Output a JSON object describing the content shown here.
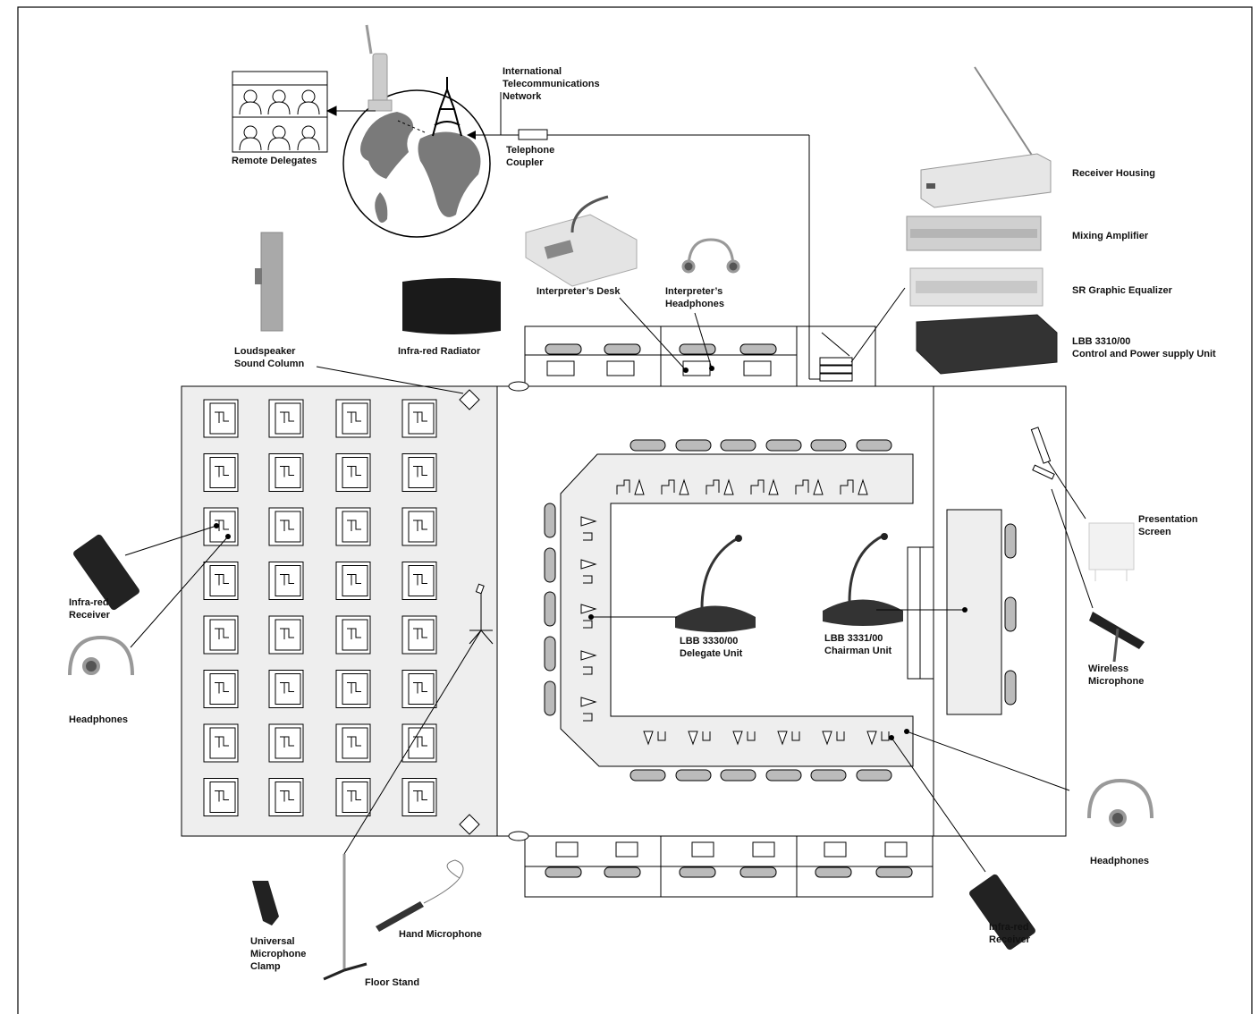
{
  "labels": {
    "remote_delegates": "Remote Delegates",
    "intl_network": [
      "International",
      "Telecommunications",
      "Network"
    ],
    "telephone_coupler": [
      "Telephone",
      "Coupler"
    ],
    "receiver_housing": "Receiver Housing",
    "mixing_amplifier": "Mixing Amplifier",
    "sr_graphic_equalizer": "SR Graphic Equalizer",
    "control_power_unit": [
      "LBB 3310/00",
      "Control and Power supply Unit"
    ],
    "interpreters_desk": "Interpreter’s Desk",
    "interpreters_headphones": [
      "Interpreter’s",
      "Headphones"
    ],
    "loudspeaker_column": [
      "Loudspeaker",
      "Sound Column"
    ],
    "infrared_radiator": "Infra-red Radiator",
    "delegate_unit": [
      "LBB 3330/00",
      "Delegate Unit"
    ],
    "chairman_unit": [
      "LBB 3331/00",
      "Chairman Unit"
    ],
    "presentation_screen": [
      "Presentation",
      "Screen"
    ],
    "wireless_microphone": [
      "Wireless",
      "Microphone"
    ],
    "headphones_left": "Headphones",
    "headphones_right": "Headphones",
    "infrared_receiver_left": [
      "Infra-red",
      "Receiver"
    ],
    "infrared_receiver_right": [
      "Infra-red",
      "Receiver"
    ],
    "universal_clamp": [
      "Universal",
      "Microphone",
      "Clamp"
    ],
    "hand_microphone": "Hand Microphone",
    "floor_stand": "Floor Stand"
  },
  "colors": {
    "line": "#000000",
    "room_fill": "#eeeeee",
    "device_grey": "#9a9a9a",
    "device_dark": "#2a2a2a",
    "globe_land": "#7a7a7a"
  }
}
